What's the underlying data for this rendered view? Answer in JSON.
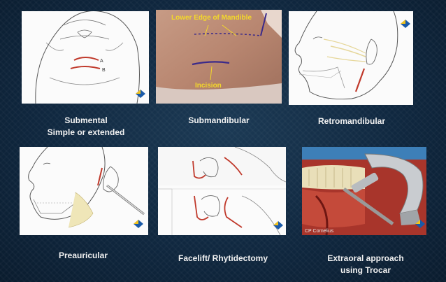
{
  "panels": [
    {
      "caption_lines": [
        "Submental",
        "Simple or extended"
      ],
      "labels": [
        "A",
        "B"
      ]
    },
    {
      "caption_lines": [
        "Submandibular"
      ],
      "labels": [
        "Lower Edge of Mandible",
        "Incision"
      ]
    },
    {
      "caption_lines": [
        "Retromandibular"
      ]
    },
    {
      "caption_lines": [
        "Preauricular"
      ]
    },
    {
      "caption_lines": [
        "Facelift/ Rhytidectomy"
      ]
    },
    {
      "caption_lines": [
        "Extraoral approach",
        "using Trocar"
      ],
      "labels": [
        "CP Cornelius"
      ]
    }
  ],
  "colors": {
    "incision": "#c0392b",
    "photo_label": "#f3d82a",
    "marker": "#3b2a8a"
  }
}
